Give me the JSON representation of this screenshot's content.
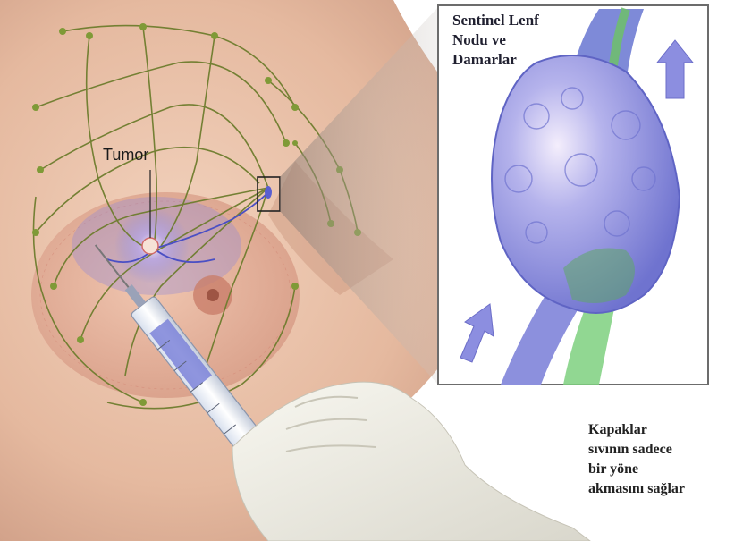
{
  "inset": {
    "title": "Sentinel Lenf\nNodu ve\nDamarlar"
  },
  "labels": {
    "tumor": "Tumor"
  },
  "caption": {
    "lines": [
      "Kapaklar",
      "sıvının sadece",
      "bir yöne",
      "akmasını sağlar"
    ]
  },
  "colors": {
    "skin": "#e8bfa6",
    "lymph_vessel": "#6e7d2e",
    "node_blue": "#7b7fd6",
    "node_green": "#5fa866",
    "arrow": "#8c8ee0",
    "glove": "#efeee6"
  }
}
